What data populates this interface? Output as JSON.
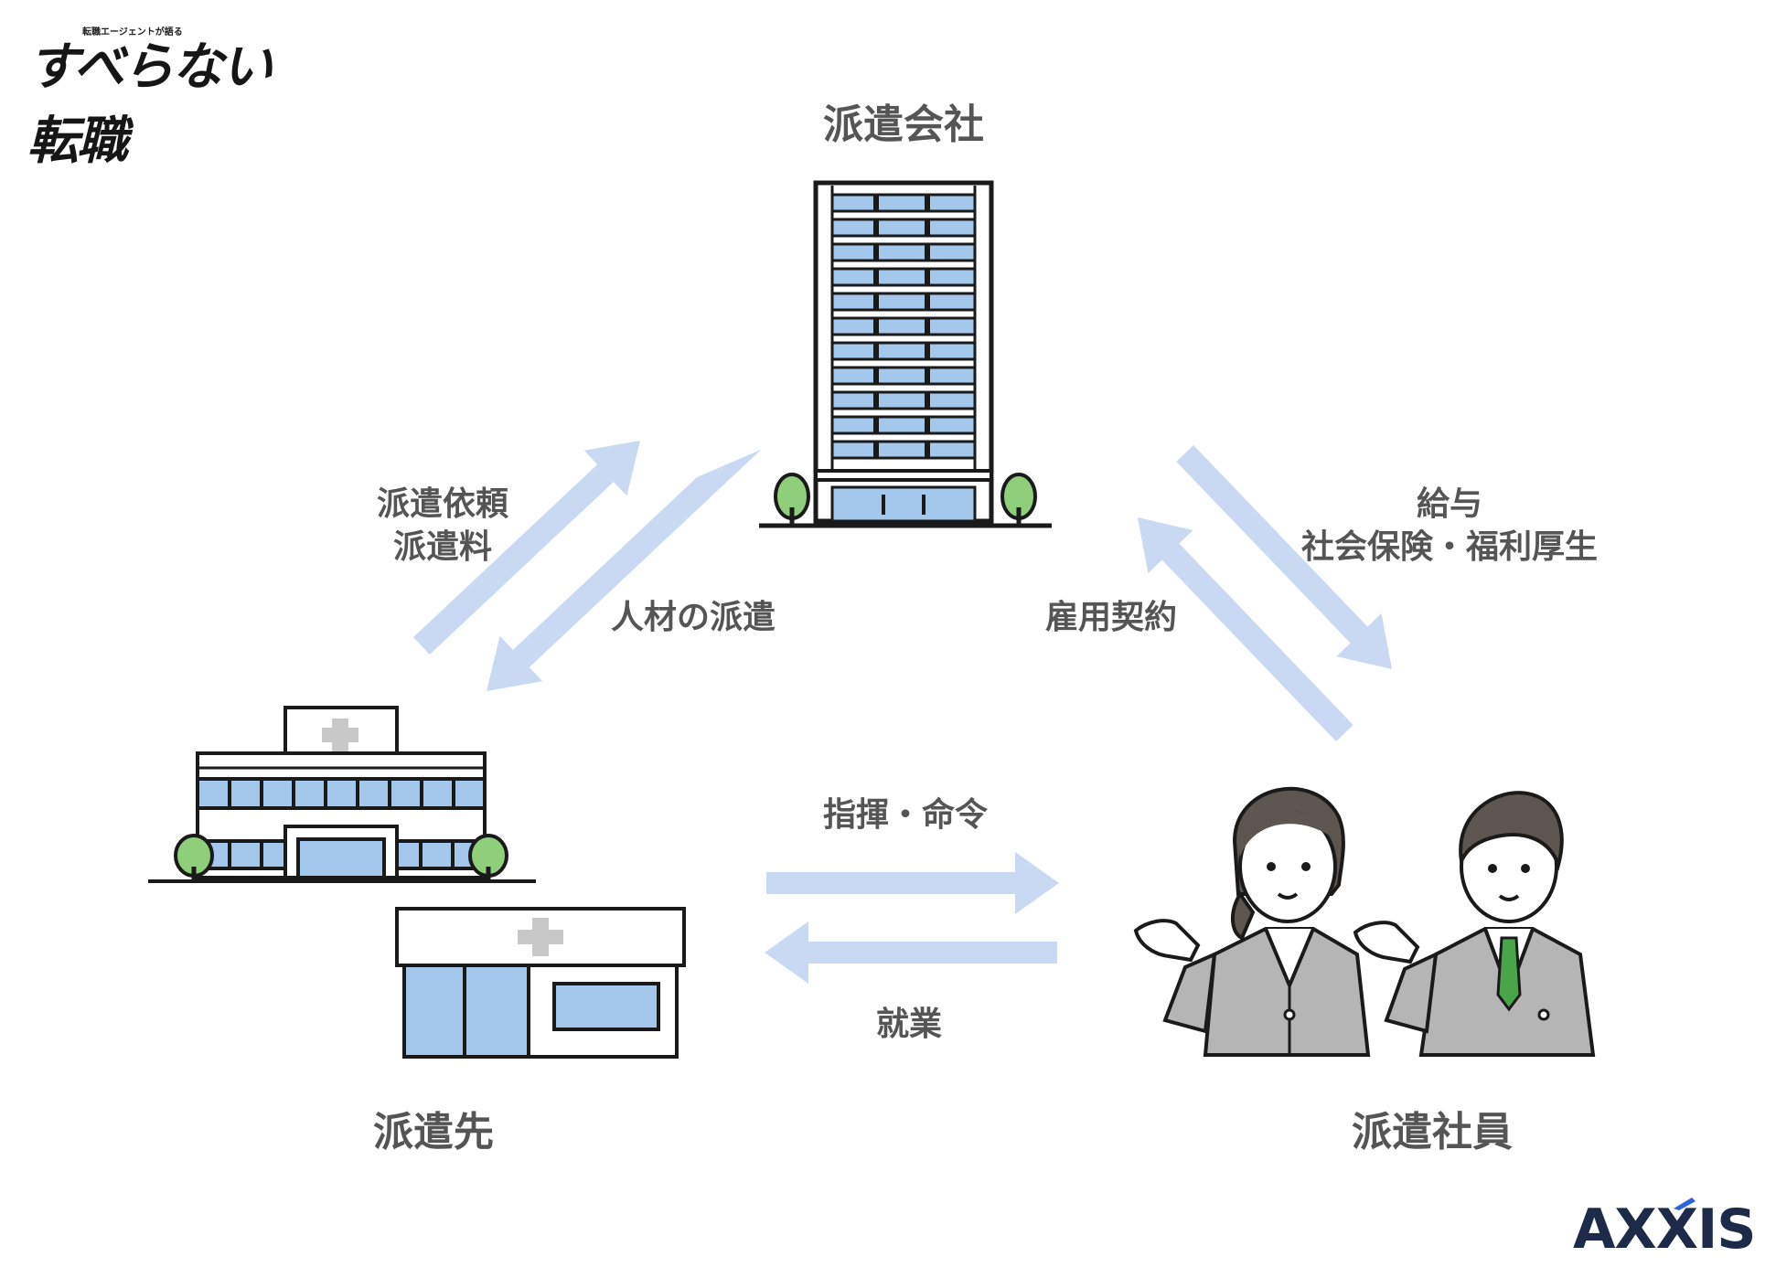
{
  "logo": {
    "tagline": "転職エージェントが語る",
    "name": "すべらない転職"
  },
  "brand": {
    "name": "AXXIS",
    "accent": "#2e63d9"
  },
  "nodes": {
    "agency": "派遣会社",
    "client": "派遣先",
    "worker": "派遣社員"
  },
  "edges": {
    "request": {
      "line1": "派遣依頼",
      "line2": "派遣料"
    },
    "dispatch": "人材の派遣",
    "employment": "雇用契約",
    "salary": {
      "line1": "給与",
      "line2": "社会保険・福利厚生"
    },
    "command": "指揮・命令",
    "work": "就業"
  },
  "colors": {
    "arrow": "#c9d9f4",
    "window": "#a3c8ec",
    "tree": "#8fcf7c",
    "suit": "#b5b5b5",
    "hair": "#5d5550",
    "tie": "#4aa54a",
    "cross": "#c8c8c8"
  },
  "icons": [
    "office-building-icon",
    "hospital-icon",
    "clinic-icon",
    "businesswoman-icon",
    "businessman-icon",
    "arrow-icon"
  ]
}
